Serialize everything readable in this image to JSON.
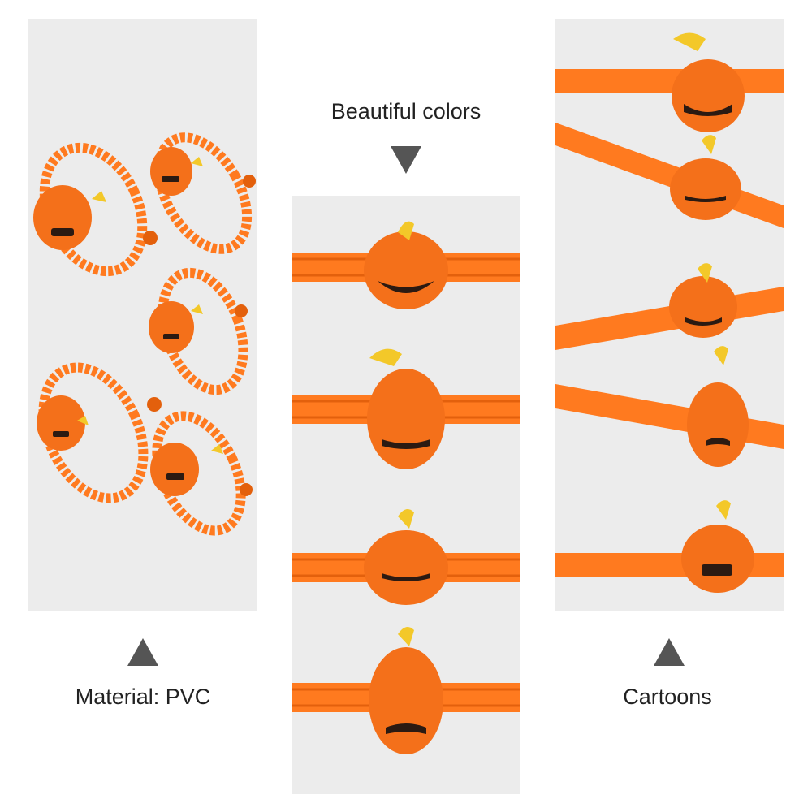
{
  "captions": {
    "left": "Material: PVC",
    "center": "Beautiful colors",
    "right": "Cartoons"
  },
  "icons": {
    "left": "triangle-up-icon",
    "center": "triangle-down-icon",
    "right": "triangle-up-icon"
  },
  "colors": {
    "panel_bg": "#ececec",
    "band_orange": "#ff7a1f",
    "band_dark": "#e3600c",
    "pumpkin": "#f4701a",
    "stem_yellow": "#f3c829",
    "face_dark": "#2b1a12",
    "caption_text": "#222222",
    "arrow_gray": "#555555"
  }
}
